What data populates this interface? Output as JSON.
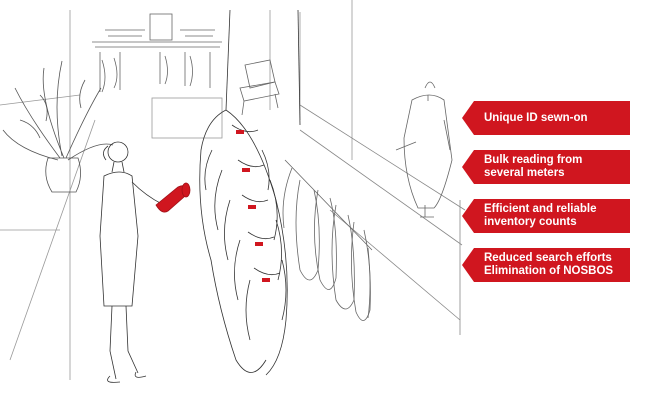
{
  "callouts": [
    {
      "lines": [
        "Unique ID sewn-on"
      ]
    },
    {
      "lines": [
        "Bulk reading from",
        "several meters"
      ]
    },
    {
      "lines": [
        "Efficient and reliable",
        "inventory counts"
      ]
    },
    {
      "lines": [
        "Reduced search efforts",
        "Elimination of NOSBOS"
      ]
    }
  ],
  "colors": {
    "callout_bg": "#d0161f",
    "sketch_line": "#555555",
    "accent": "#d0161f",
    "background": "#ffffff"
  }
}
